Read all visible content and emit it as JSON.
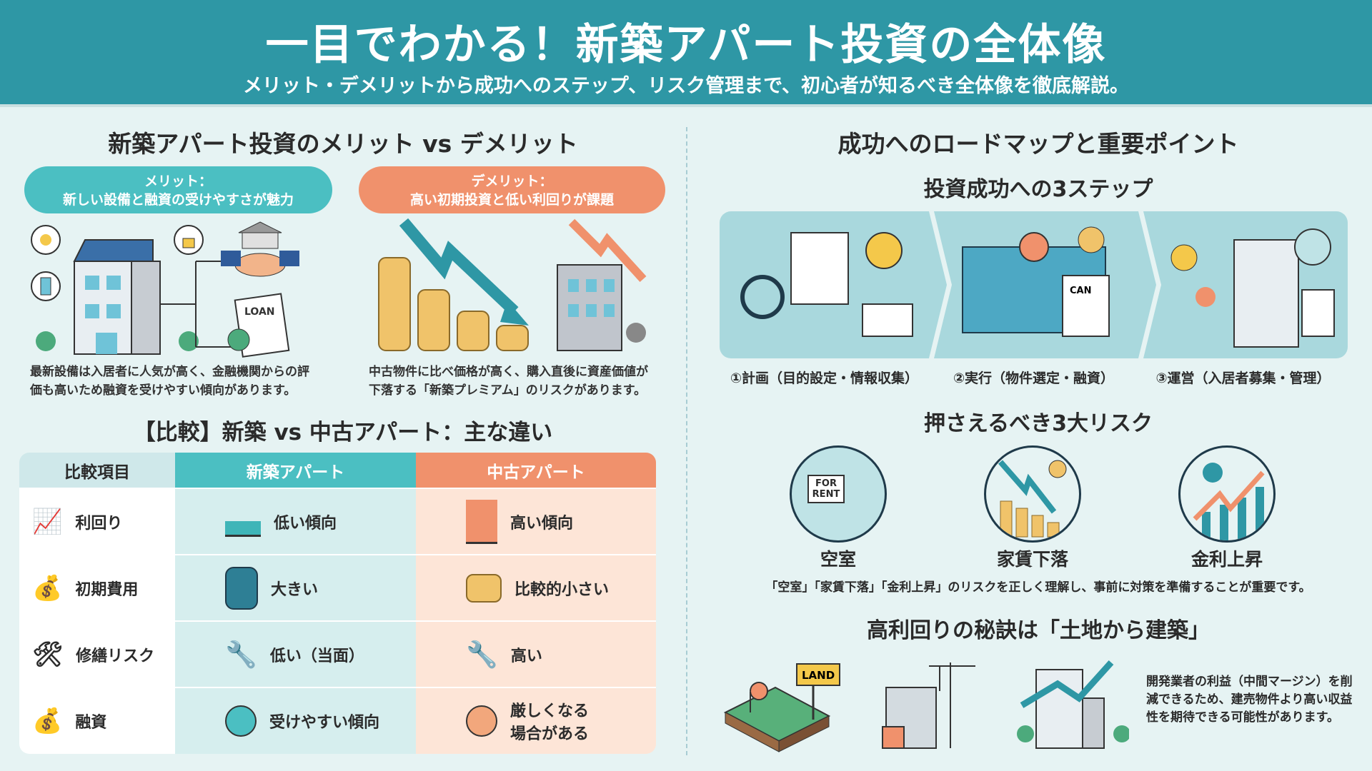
{
  "header": {
    "title": "一目でわかる！新築アパート投資の全体像",
    "subtitle": "メリット・デメリットから成功へのステップ、リスク管理まで、初心者が知るべき全体像を徹底解説。"
  },
  "left": {
    "title": "新築アパート投資のメリット vs デメリット",
    "merit": {
      "label": "メリット：",
      "text": "新しい設備と融資の受けやすさが魅力",
      "caption1": "最新設備は入居者に人気が高く、金融機関からの評",
      "caption2": "価も高いため融資を受けやすい傾向があります。",
      "loan_text": "LOAN"
    },
    "demerit": {
      "label": "デメリット：",
      "text": "高い初期投資と低い利回りが課題",
      "caption1": "中古物件に比べ価格が高く、購入直後に資産価値が",
      "caption2": "下落する「新築プレミアム」のリスクがあります。"
    },
    "compare": {
      "title": "【比較】新築 vs 中古アパート：主な違い",
      "headers": [
        "比較項目",
        "新築アパート",
        "中古アパート"
      ],
      "rows": [
        {
          "item": "利回り",
          "new": "低い傾向",
          "old": "高い傾向"
        },
        {
          "item": "初期費用",
          "new": "大きい",
          "old": "比較的小さい"
        },
        {
          "item": "修繕リスク",
          "new": "低い（当面）",
          "old": "高い"
        },
        {
          "item": "融資",
          "new": "受けやすい傾向",
          "old": "厳しくなる場合がある"
        }
      ]
    }
  },
  "right": {
    "title": "成功へのロードマップと重要ポイント",
    "steps_title": "投資成功への3ステップ",
    "steps": [
      "①計画（目的設定・情報収集）",
      "②実行（物件選定・融資）",
      "③運営（入居者募集・管理）"
    ],
    "can_text": "CAN",
    "risks_title": "押さえるべき3大リスク",
    "risks": [
      "空室",
      "家賃下落",
      "金利上昇"
    ],
    "for_rent": "FOR RENT",
    "risks_note": "「空室」「家賃下落」「金利上昇」のリスクを正しく理解し、事前に対策を準備することが重要です。",
    "secret_title": "高利回りの秘訣は「土地から建築」",
    "land_text": "LAND",
    "secret_text": "開発業者の利益（中間マージン）を削減できるため、建売物件より高い収益性を期待できる可能性があります。"
  },
  "colors": {
    "teal": "#2e97a5",
    "merit": "#4bbfc2",
    "demerit": "#f0916c",
    "coin": "#f0c36a"
  }
}
